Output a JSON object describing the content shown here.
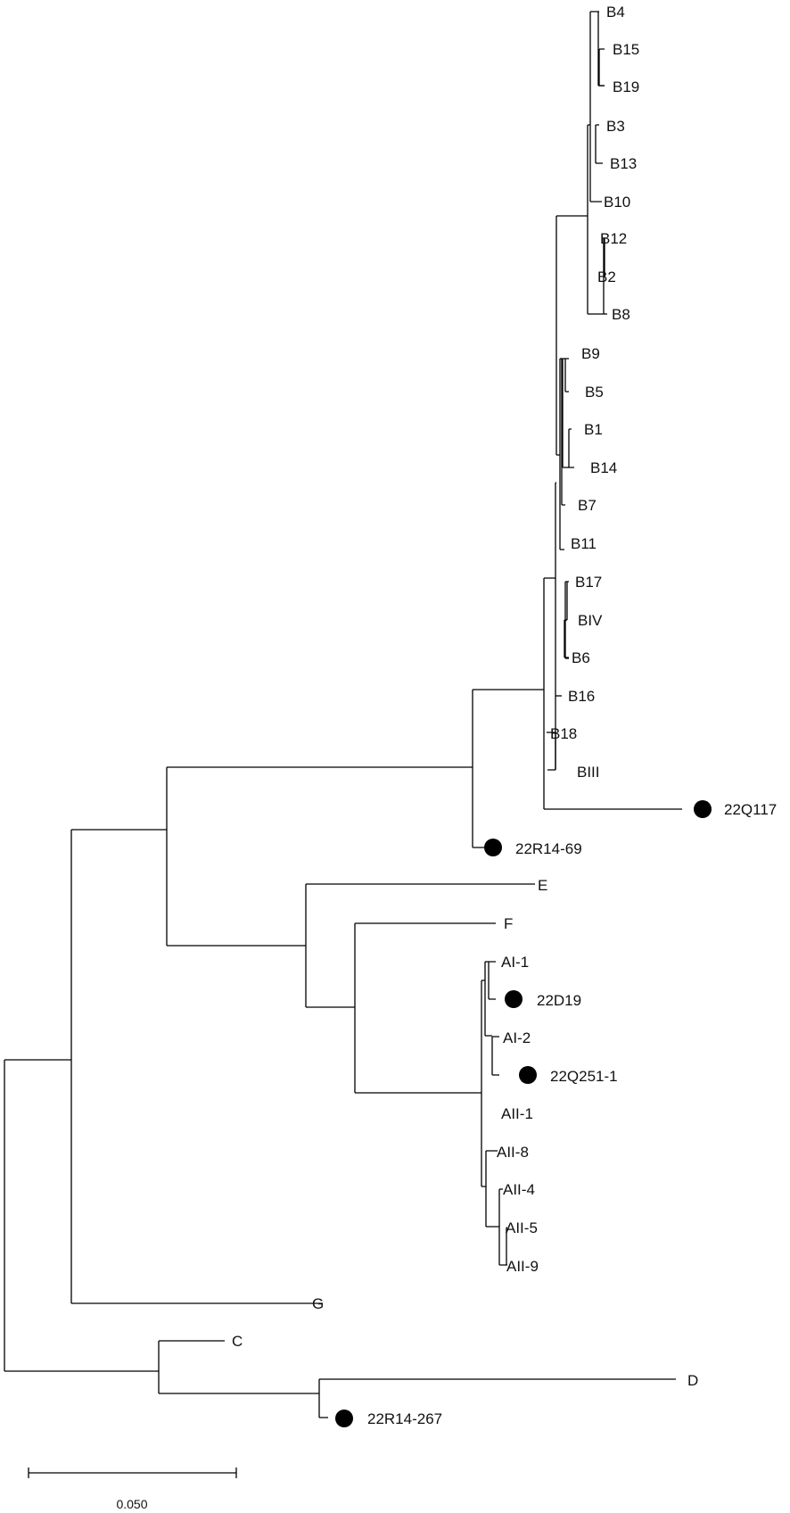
{
  "tree": {
    "leaves": {
      "B4": "B4",
      "B15": "B15",
      "B19": "B19",
      "B3": "B3",
      "B13": "B13",
      "B10": "B10",
      "B12": "B12",
      "B2": "B2",
      "B8": "B8",
      "B9": "B9",
      "B5": "B5",
      "B1": "B1",
      "B14": "B14",
      "B7": "B7",
      "B11": "B11",
      "B17": "B17",
      "BIV": "BIV",
      "B6": "B6",
      "B16": "B16",
      "B18": "B18",
      "BIII": "BIII",
      "22Q117": "22Q117",
      "22R14_69": "22R14-69",
      "E": "E",
      "F": "F",
      "AI_1": "AI-1",
      "22D19": "22D19",
      "AI_2": "AI-2",
      "22Q251_1": "22Q251-1",
      "AII_1": "AII-1",
      "AII_8": "AII-8",
      "AII_4": "AII-4",
      "AII_5": "AII-5",
      "AII_9": "AII-9",
      "G": "G",
      "C": "C",
      "D": "D",
      "22R14_267": "22R14-267"
    },
    "marked_samples": [
      "22Q117",
      "22R14-69",
      "22D19",
      "22Q251-1",
      "22R14-267"
    ],
    "marker": "filled-circle"
  },
  "scale_bar": {
    "label": "0.050",
    "length": 0.05
  }
}
